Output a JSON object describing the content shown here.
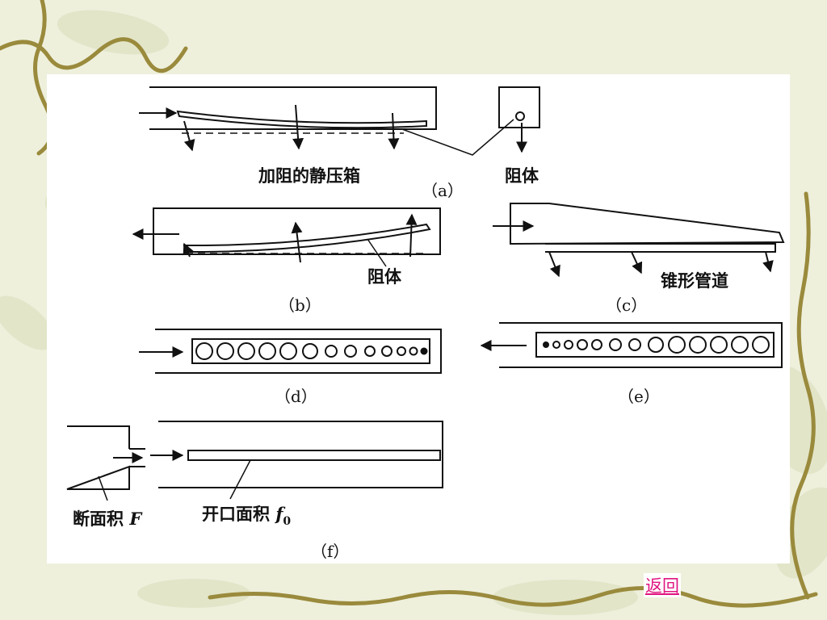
{
  "figure": {
    "a": {
      "label": "加阻的静压箱",
      "side_label": "阻体",
      "caption": "（a）"
    },
    "b": {
      "label": "阻体",
      "caption": "（b）"
    },
    "c": {
      "label": "锥形管道",
      "caption": "（c）"
    },
    "d": {
      "caption": "（d）"
    },
    "e": {
      "caption": "（e）"
    },
    "f": {
      "left_label": "断面积",
      "left_symbol": "F",
      "right_label": "开口面积",
      "right_symbol": "f",
      "right_sub": "0",
      "caption": "（f）"
    }
  },
  "nav": {
    "back_label": "返回"
  }
}
